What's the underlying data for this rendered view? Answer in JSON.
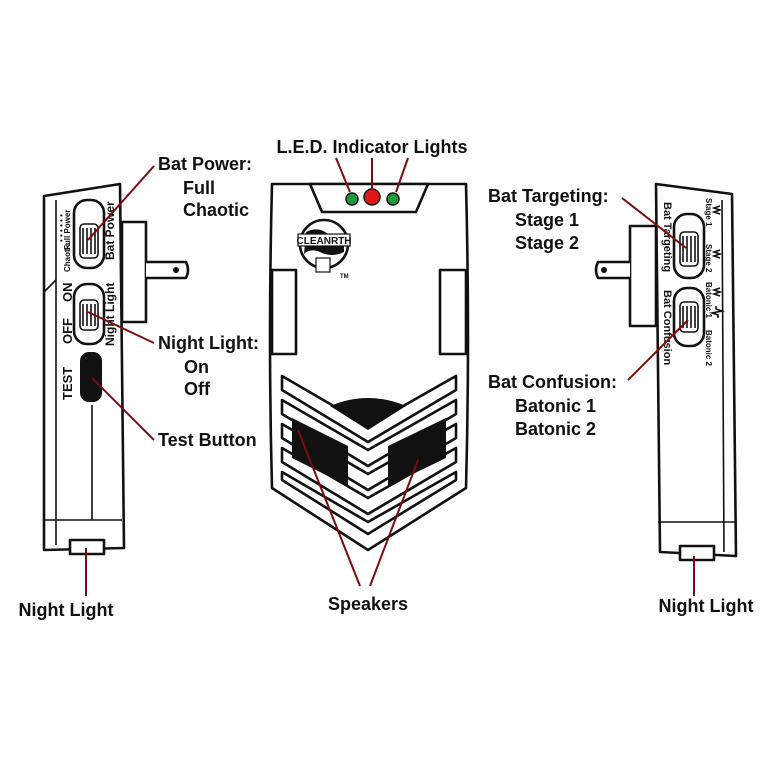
{
  "callouts": {
    "led_lights": "L.E.D. Indicator Lights",
    "bat_power": [
      "Bat Power:",
      "Full",
      "Chaotic"
    ],
    "night_light_switch": [
      "Night Light:",
      "On",
      "Off"
    ],
    "test_button": "Test Button",
    "night_light_left": "Night Light",
    "speakers": "Speakers",
    "night_light_right": "Night Light",
    "bat_targeting": [
      "Bat Targeting:",
      "Stage 1",
      "Stage 2"
    ],
    "bat_confusion": [
      "Bat Confusion:",
      "Batonic 1",
      "Batonic 2"
    ]
  },
  "left_device": {
    "full_power": "Full Power",
    "chaotic": "Chaotic",
    "bat_power": "Bat Power",
    "on": "ON",
    "off": "OFF",
    "night_light": "Night Light",
    "test": "TEST"
  },
  "front_device": {
    "logo": "CLEANRTH",
    "trademark": "TM"
  },
  "right_device": {
    "bat_targeting": "Bat Targeting",
    "bat_confusion": "Bat Confusion",
    "stage_1": "Stage 1",
    "stage_2": "Stage 2",
    "batonic_1": "Batonic 1",
    "batonic_2": "Batonic 2"
  },
  "colors": {
    "led_green": "#1a9e3a",
    "led_red": "#e01818",
    "leader_line": "#7a0e0e"
  }
}
